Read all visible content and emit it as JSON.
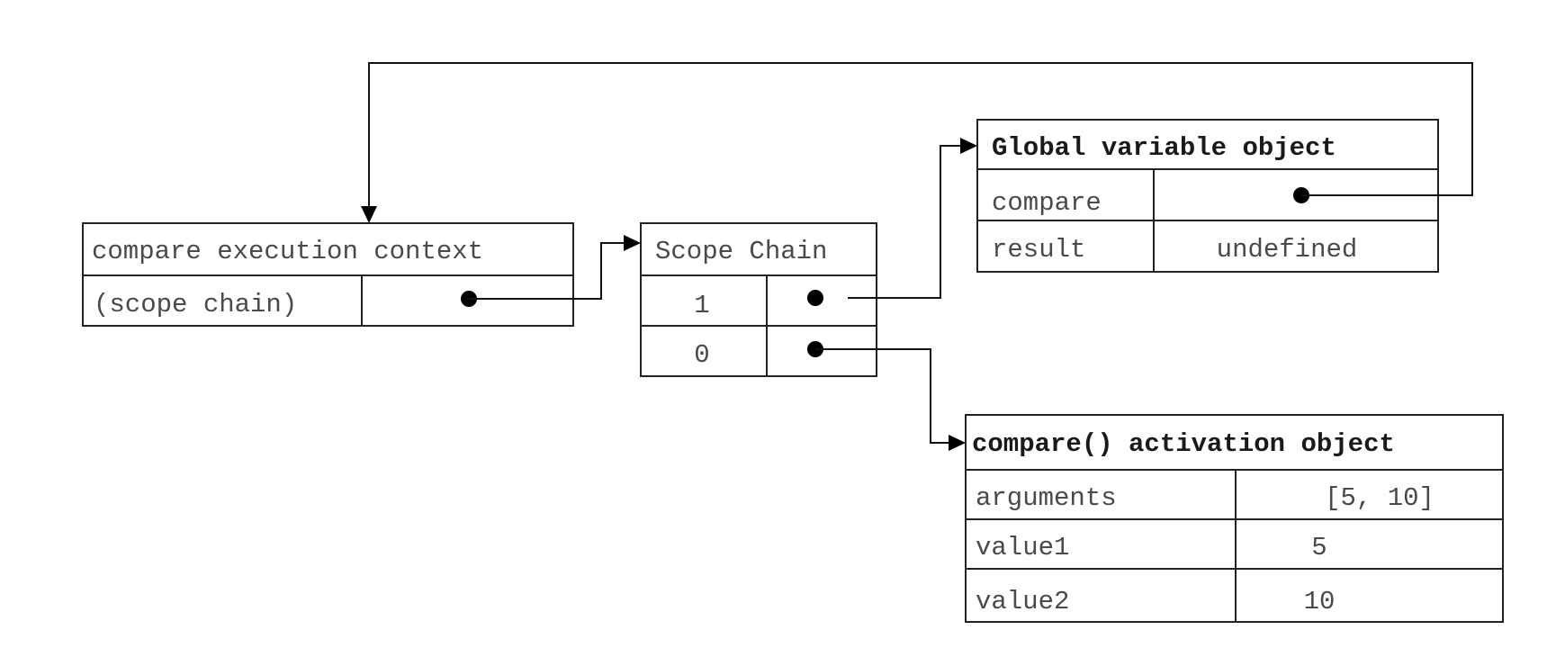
{
  "execution_context": {
    "title": "compare execution context",
    "row_label": "(scope chain)"
  },
  "scope_chain": {
    "title": "Scope Chain",
    "rows": [
      {
        "index": "1"
      },
      {
        "index": "0"
      }
    ]
  },
  "global_object": {
    "title": "Global variable object",
    "rows": [
      {
        "name": "compare",
        "value": ""
      },
      {
        "name": "result",
        "value": "undefined"
      }
    ]
  },
  "activation_object": {
    "title": "compare() activation object",
    "rows": [
      {
        "name": "arguments",
        "value": "[5, 10]"
      },
      {
        "name": "value1",
        "value": "5"
      },
      {
        "name": "value2",
        "value": "10"
      }
    ]
  },
  "colors": {
    "line": "#111111",
    "text": "#4a4a4a",
    "title_text": "#1a1a1a"
  }
}
